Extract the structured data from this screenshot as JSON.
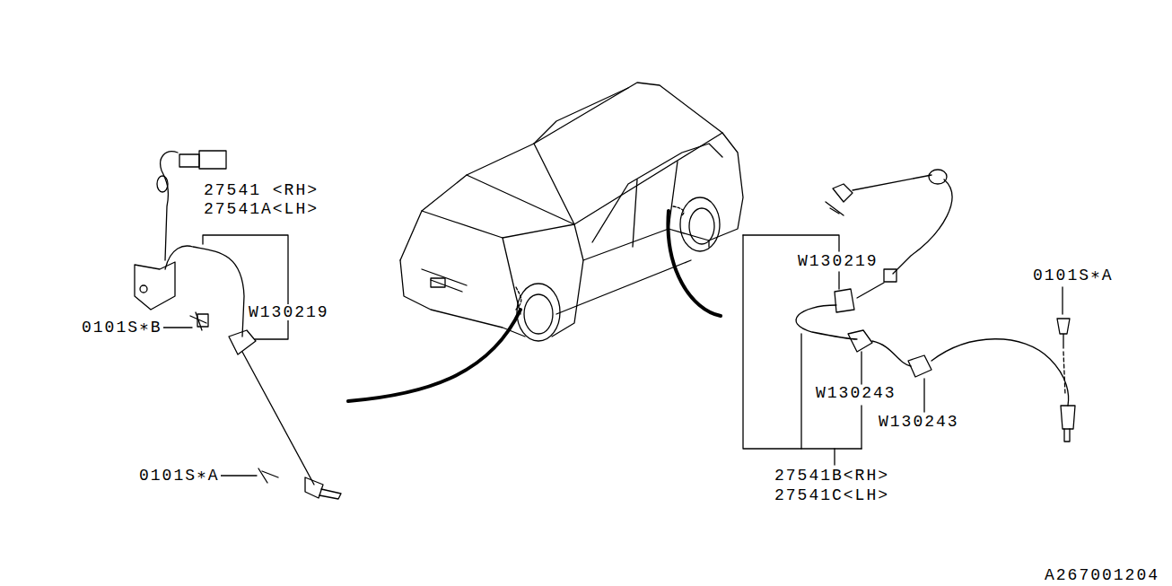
{
  "diagram": {
    "labels": [
      "27541 <RH>",
      "27541A<LH>",
      "W130219",
      "0101S∗B",
      "0101S∗A",
      "W130219",
      "0101S∗A",
      "W130243",
      "W130243",
      "27541B<RH>",
      "27541C<LH>",
      "A267001204"
    ]
  }
}
